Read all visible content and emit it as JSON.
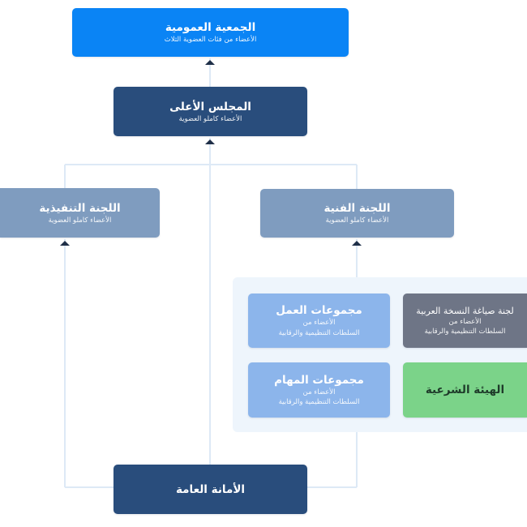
{
  "colors": {
    "assembly": "#0a84f5",
    "navy": "#294d7c",
    "slate_blue": "#7f9cbf",
    "light_blue": "#8cb5eb",
    "gray_slate": "#6e7586",
    "green": "#7bd389",
    "connector": "#dde9f6",
    "arrow": "#1f2f48",
    "panel": "#eef5fc"
  },
  "nodes": {
    "assembly": {
      "title": "الجمعية العمومية",
      "subtitle": "الأعضاء من فئات العضوية الثلاث"
    },
    "council": {
      "title": "المجلس الأعلى",
      "subtitle": "الأعضاء كاملو العضوية"
    },
    "executive": {
      "title": "اللجنة التنفيذية",
      "subtitle": "الأعضاء كاملو العضوية"
    },
    "technical": {
      "title": "اللجنة الفنية",
      "subtitle": "الأعضاء كاملو العضوية"
    },
    "workgroups": {
      "title": "مجموعات العمل",
      "subtitle_line1": "الأعضاء من",
      "subtitle_line2": "السلطات التنظيمية والرقابية"
    },
    "arabic_drafting": {
      "title": "لجنة صياغة النسخة العربية",
      "subtitle_line1": "الأعضاء من",
      "subtitle_line2": "السلطات التنظيمية والرقابية"
    },
    "tasks": {
      "title": "مجموعات المهام",
      "subtitle_line1": "الأعضاء من",
      "subtitle_line2": "السلطات التنظيمية والرقابية"
    },
    "sharia": {
      "title": "الهيئة الشرعية"
    },
    "secretariat": {
      "title": "الأمانة العامة"
    }
  }
}
